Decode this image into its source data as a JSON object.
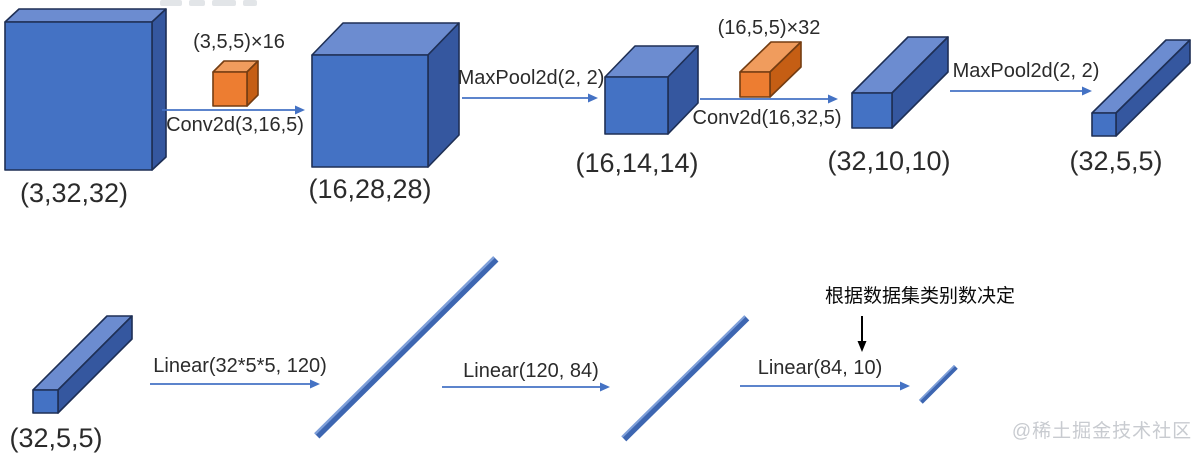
{
  "palette": {
    "blue_front": "#4472c4",
    "blue_top": "#6c8cd0",
    "blue_side": "#35579f",
    "orange_front": "#ed7d31",
    "orange_top": "#f09c5d",
    "orange_side": "#c55e14",
    "arrow_blue": "#4472c4",
    "annotation_black": "#000000",
    "watermark_gray": "#c8cbd0"
  },
  "top_row": {
    "input": {
      "shape_label": "(3,32,32)"
    },
    "conv1": {
      "kernel_label": "(3,5,5)×16",
      "op_label": "Conv2d(3,16,5)"
    },
    "feat1": {
      "shape_label": "(16,28,28)"
    },
    "pool1": {
      "op_label": "MaxPool2d(2, 2)"
    },
    "feat2": {
      "shape_label": "(16,14,14)"
    },
    "conv2": {
      "kernel_label": "(16,5,5)×32",
      "op_label": "Conv2d(16,32,5)"
    },
    "feat3": {
      "shape_label": "(32,10,10)"
    },
    "pool2": {
      "op_label": "MaxPool2d(2, 2)"
    },
    "feat4": {
      "shape_label": "(32,5,5)"
    }
  },
  "bottom_row": {
    "flat_input": {
      "shape_label": "(32,5,5)"
    },
    "fc1": {
      "op_label": "Linear(32*5*5, 120)"
    },
    "fc2": {
      "op_label": "Linear(120, 84)"
    },
    "fc3": {
      "op_label": "Linear(84, 10)"
    },
    "annotation": {
      "text": "根据数据集类别数决定"
    }
  },
  "watermark": {
    "text": "@稀土掘金技术社区"
  }
}
